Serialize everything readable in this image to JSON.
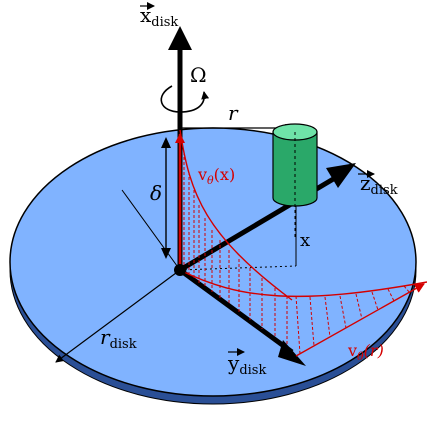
{
  "labels": {
    "x_disk_main": "x",
    "x_disk_sub": "disk",
    "omega": "Ω",
    "r": "r",
    "delta": "δ",
    "v_theta_x_main": "v",
    "v_theta_x_sub": "θ",
    "v_theta_x_arg": "(x)",
    "x": "x",
    "z_disk_main": "z",
    "z_disk_sub": "disk",
    "y_disk_main": "y",
    "y_disk_sub": "disk",
    "r_disk_main": "r",
    "r_disk_sub": "disk",
    "v_theta_r_main": "v",
    "v_theta_r_sub": "θ",
    "v_theta_r_arg": "(r)"
  },
  "colors": {
    "disk_top": "#80b3ff",
    "disk_edge": "#2a4f96",
    "disk_edge_dark": "#1a3a80",
    "cylinder": "#2aa869",
    "cylinder_top": "#6fe3a8",
    "profile_red": "#d40000",
    "axis_black": "#000000"
  }
}
